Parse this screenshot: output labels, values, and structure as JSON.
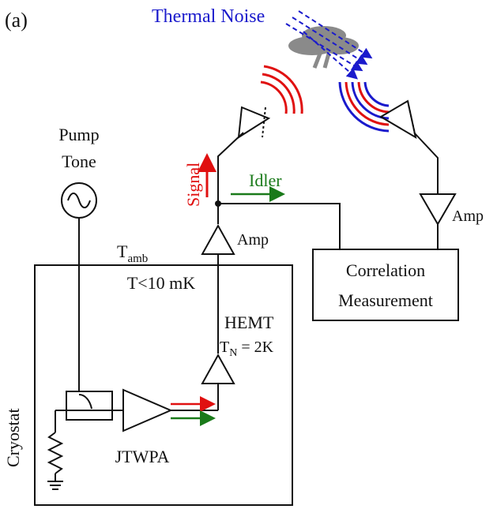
{
  "panel_label": "(a)",
  "thermal_noise_label": "Thermal Noise",
  "pump": {
    "line1": "Pump",
    "line2": "Tone"
  },
  "ambient": {
    "base": "T",
    "sub": "amb"
  },
  "cryostat": {
    "label": "Cryostat",
    "temperature": "T<10 mK"
  },
  "jtwpa_label": "JTWPA",
  "hemt": {
    "label": "HEMT",
    "tn_base": "T",
    "tn_sub": "N",
    "tn_value": " = 2K"
  },
  "amp_label": "Amp",
  "amp_label_right": "Amp",
  "signal_label": "Signal",
  "idler_label": "Idler",
  "correlation": {
    "line1": "Correlation",
    "line2": "Measurement"
  },
  "colors": {
    "signal": "#e01010",
    "idler": "#1a7a1a",
    "noise": "#1a1acc",
    "line": "#111111",
    "cloud": "#8a8a8a"
  }
}
